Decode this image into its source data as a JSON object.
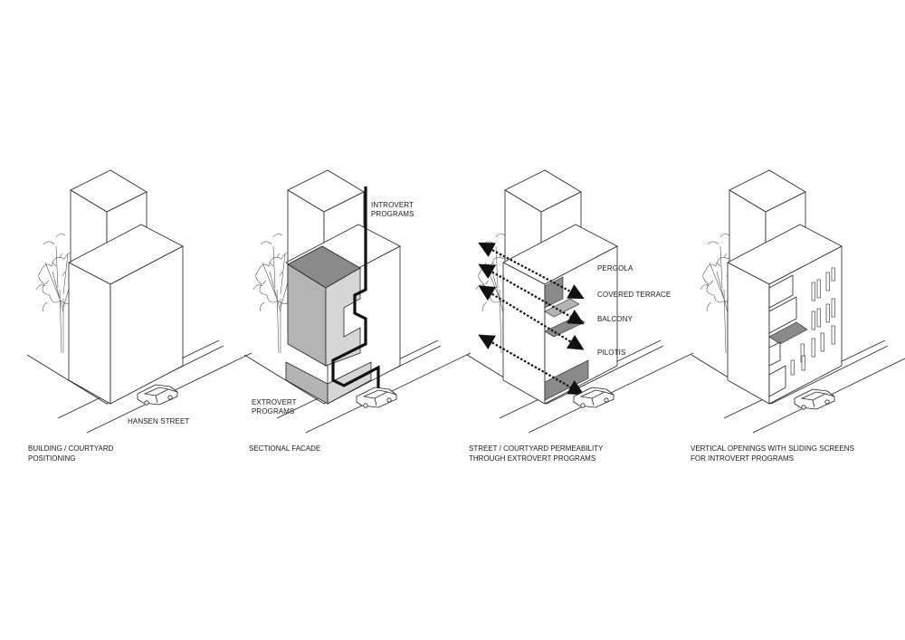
{
  "panels": [
    {
      "caption": "BUILDING / COURTYARD\nPOSITIONING",
      "labels": {
        "street": "HANSEN STREET"
      }
    },
    {
      "caption": "SECTIONAL FACADE",
      "labels": {
        "introvert": "INTROVERT\nPROGRAMS",
        "extrovert": "EXTROVERT\nPROGRAMS"
      }
    },
    {
      "caption": "STREET / COURTYARD  PERMEABILITY\nTHROUGH  EXTROVERT PROGRAMS",
      "labels": {
        "pergola": "PERGOLA",
        "covered_terrace": "COVERED TERRACE",
        "balcony": "BALCONY",
        "pilotis": "PILOTIS"
      }
    },
    {
      "caption": "VERTICAL OPENINGS WITH SLIDING SCREENS\nFOR INTROVERT PROGRAMS",
      "labels": {}
    }
  ],
  "colors": {
    "ink": "#222222",
    "dark_grey": "#8a8a8a",
    "mid_grey": "#b4b4b4",
    "light_grey": "#d6d6d6"
  }
}
